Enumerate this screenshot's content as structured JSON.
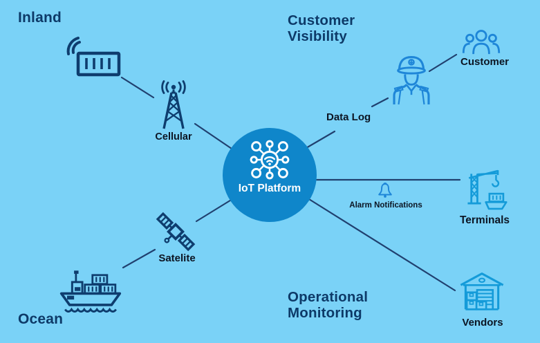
{
  "colors": {
    "background": "#7ad2f7",
    "hub_fill": "#0f86ca",
    "heading_text": "#0d3a68",
    "label_text": "#0c1523",
    "navy_icon": "#0e3d6e",
    "blue_icon": "#1e86d8",
    "cyan_icon": "#149bd9",
    "connector_line": "#20406f",
    "hub_text": "#ffffff"
  },
  "headings": {
    "inland": "Inland",
    "ocean": "Ocean",
    "customer_visibility": "Customer Visibility",
    "operational_monitoring": "Operational Monitoring"
  },
  "hub": {
    "label": "IoT Platform"
  },
  "labels": {
    "cellular": "Cellular",
    "satellite": "Satelite",
    "data_log": "Data Log",
    "customer": "Customer",
    "alarm_notifications": "Alarm Notifications",
    "terminals": "Terminals",
    "vendors": "Vendors"
  }
}
